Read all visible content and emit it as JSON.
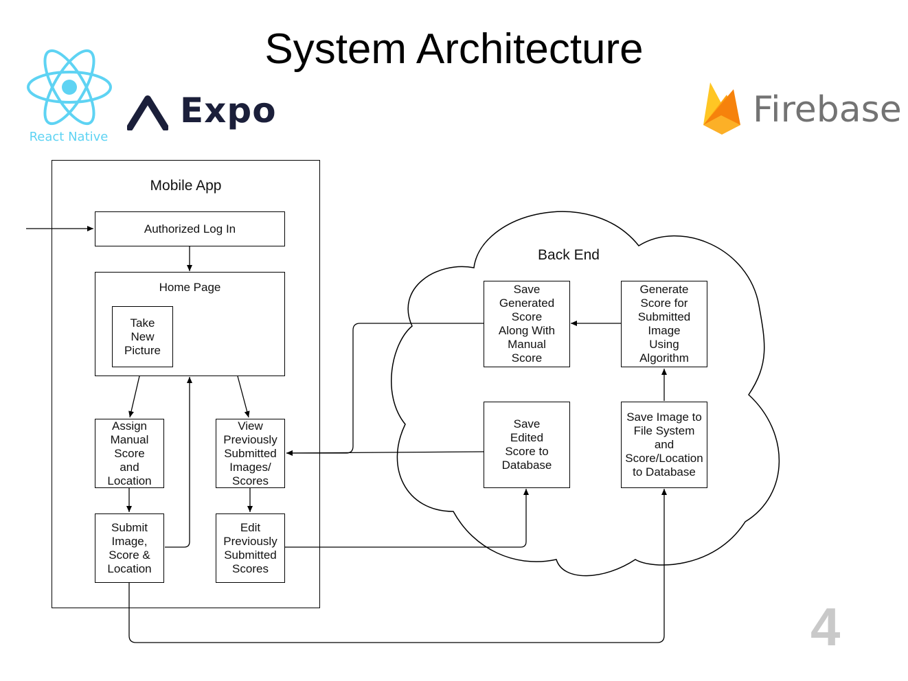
{
  "slide": {
    "title": "System Architecture",
    "page_number": "4"
  },
  "logos": {
    "react_native": {
      "label": "React Native",
      "icon": "react-atom-icon",
      "color": "#5ed3f3"
    },
    "expo": {
      "label": "Expo",
      "icon": "expo-chevron-icon",
      "color": "#1b1f3a"
    },
    "firebase": {
      "label": "Firebase",
      "icon": "firebase-flame-icon",
      "color": "#737373"
    }
  },
  "mobile_app": {
    "label": "Mobile App",
    "authorized_log_in": "Authorized Log In",
    "home_page": "Home Page",
    "take_new_picture": "Take\nNew\nPicture",
    "assign_manual_score": "Assign\nManual\nScore\nand\nLocation",
    "view_previously_submitted": "View\nPreviously\nSubmitted\nImages/\nScores",
    "submit_image": "Submit\nImage,\nScore &\nLocation",
    "edit_previously_submitted": "Edit\nPreviously\nSubmitted\nScores"
  },
  "back_end": {
    "label": "Back End",
    "save_generated_score": "Save\nGenerated\nScore\nAlong With\nManual\nScore",
    "generate_score": "Generate\nScore for\nSubmitted\nImage\nUsing\nAlgorithm",
    "save_edited_score": "Save\nEdited\nScore to\nDatabase",
    "save_image": "Save Image to\nFile System\nand\nScore/Location\nto Database"
  }
}
